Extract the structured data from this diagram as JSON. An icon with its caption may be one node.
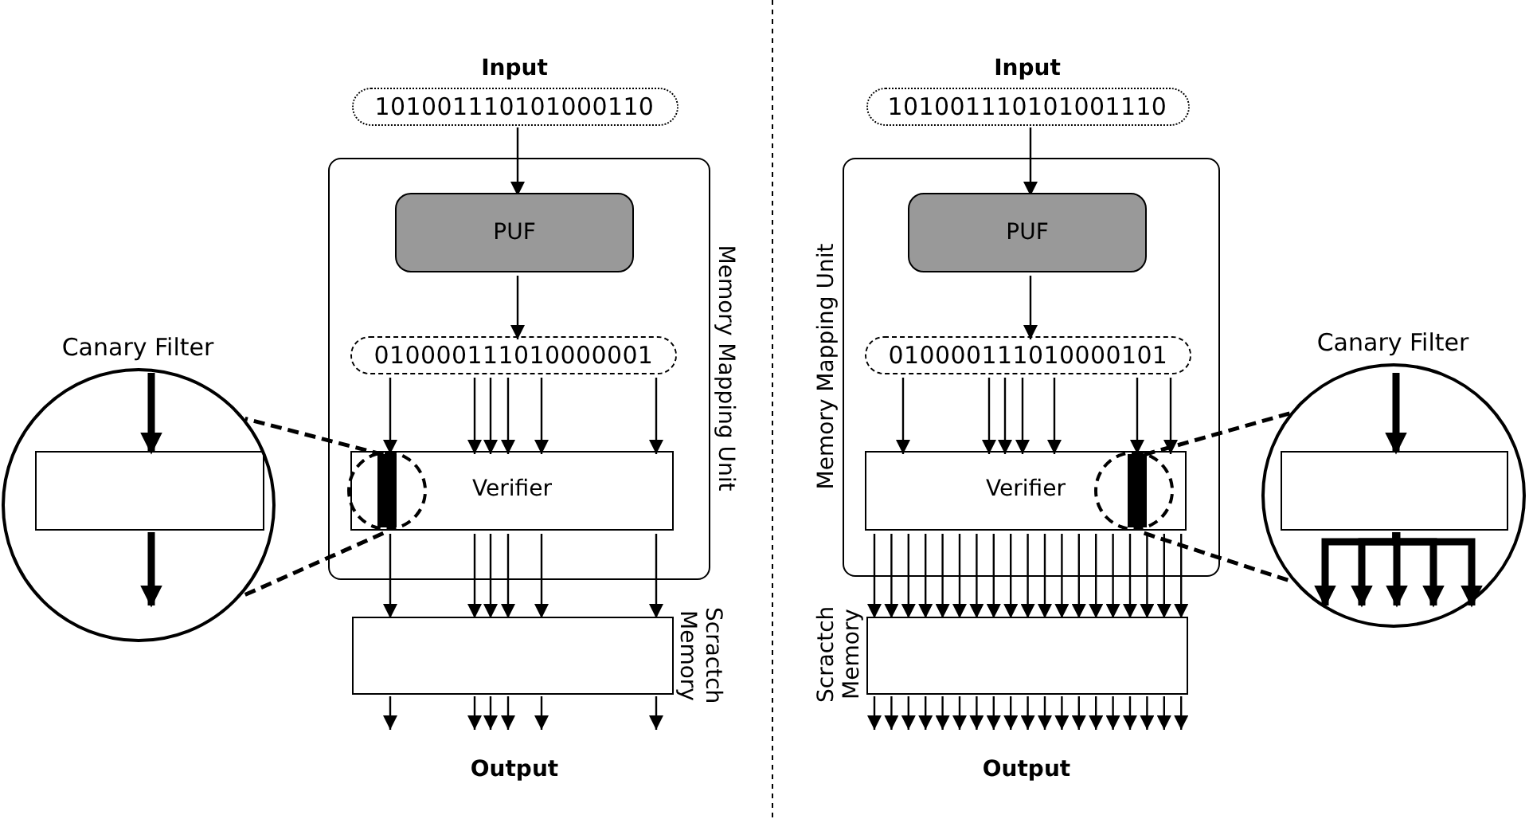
{
  "diagram": {
    "nodes": [
      {
        "text": [
          "Input",
          "101001110101000110"
        ]
      },
      {
        "text": [
          "Memory Mapping Unit"
        ]
      },
      {
        "text": [
          "PUF"
        ],
        "in": 1
      },
      {
        "text": [
          "010000111010000001"
        ],
        "in": 1
      },
      {
        "text": [
          "Verifier"
        ],
        "in": 1
      },
      {
        "text": [],
        "shape": "circle",
        "in": 4
      },
      {
        "text": [
          "Scractch Memory"
        ]
      },
      {
        "text": [
          "Output"
        ]
      },
      {
        "text": [
          "Canary Filter"
        ]
      },
      {
        "text": [],
        "shape": "box",
        "in": 8
      },
      {
        "text": [
          "Input",
          "101001110101001110"
        ]
      },
      {
        "text": [
          "Memory Mapping Unit"
        ]
      },
      {
        "text": [
          "PUF"
        ],
        "in": 11
      },
      {
        "text": [
          "010000111010000101"
        ],
        "in": 11
      },
      {
        "text": [
          "Verifier"
        ],
        "in": 11
      },
      {
        "text": [],
        "shape": "circle",
        "in": 14
      },
      {
        "text": [
          "Scractch Memory"
        ]
      },
      {
        "text": [
          "Output"
        ]
      },
      {
        "text": [
          "Canary Filter"
        ]
      },
      {
        "text": [],
        "shape": "box",
        "in": 18
      }
    ],
    "edges": [
      {
        "from": 0,
        "to": 2,
        "arrow": "to"
      },
      {
        "from": 2,
        "to": 3,
        "arrow": "to"
      },
      {
        "from": 3,
        "to": 4,
        "arrow": "to"
      },
      {
        "from": 3,
        "to": 4,
        "arrow": "to"
      },
      {
        "from": 3,
        "to": 4,
        "arrow": "to"
      },
      {
        "from": 3,
        "to": 4,
        "arrow": "to"
      },
      {
        "from": 3,
        "to": 4,
        "arrow": "to"
      },
      {
        "from": 3,
        "to": 4,
        "arrow": "to"
      },
      {
        "from": 4,
        "to": 6,
        "arrow": "to"
      },
      {
        "from": 4,
        "to": 6,
        "arrow": "to"
      },
      {
        "from": 4,
        "to": 6,
        "arrow": "to"
      },
      {
        "from": 4,
        "to": 6,
        "arrow": "to"
      },
      {
        "from": 4,
        "to": 6,
        "arrow": "to"
      },
      {
        "from": 4,
        "to": 6,
        "arrow": "to"
      },
      {
        "from": 6,
        "to": null,
        "arrow": "to"
      },
      {
        "from": 6,
        "to": 7,
        "arrow": "to"
      },
      {
        "from": 6,
        "to": 7,
        "arrow": "to"
      },
      {
        "from": 6,
        "to": 7,
        "arrow": "to"
      },
      {
        "from": 6,
        "to": 7,
        "arrow": "to"
      },
      {
        "from": 6,
        "to": null,
        "arrow": "to"
      },
      {
        "from": 5,
        "to": 8,
        "arrow": "none",
        "style": "dashed"
      },
      {
        "from": 5,
        "to": 8,
        "arrow": "none",
        "style": "dashed"
      },
      {
        "from": null,
        "to": 9,
        "arrow": "to",
        "style": "thick"
      },
      {
        "from": 9,
        "to": null,
        "arrow": "to",
        "style": "thick"
      },
      {
        "from": 10,
        "to": 12,
        "arrow": "to"
      },
      {
        "from": 12,
        "to": 13,
        "arrow": "to"
      },
      {
        "from": 13,
        "to": 14,
        "arrow": "to"
      },
      {
        "from": 13,
        "to": 14,
        "arrow": "to"
      },
      {
        "from": 13,
        "to": 14,
        "arrow": "to"
      },
      {
        "from": 13,
        "to": 14,
        "arrow": "to"
      },
      {
        "from": 13,
        "to": 14,
        "arrow": "to"
      },
      {
        "from": 13,
        "to": 14,
        "arrow": "to"
      },
      {
        "from": 13,
        "to": 14,
        "arrow": "to"
      },
      {
        "from": 14,
        "to": 16,
        "arrow": "to"
      },
      {
        "from": 14,
        "to": 16,
        "arrow": "to"
      },
      {
        "from": 14,
        "to": 16,
        "arrow": "to"
      },
      {
        "from": 14,
        "to": 16,
        "arrow": "to"
      },
      {
        "from": 14,
        "to": 16,
        "arrow": "to"
      },
      {
        "from": 14,
        "to": 16,
        "arrow": "to"
      },
      {
        "from": 14,
        "to": 16,
        "arrow": "to"
      },
      {
        "from": 14,
        "to": 16,
        "arrow": "to"
      },
      {
        "from": 14,
        "to": 16,
        "arrow": "to"
      },
      {
        "from": 14,
        "to": 16,
        "arrow": "to"
      },
      {
        "from": 14,
        "to": 16,
        "arrow": "to"
      },
      {
        "from": 14,
        "to": 16,
        "arrow": "to"
      },
      {
        "from": 14,
        "to": 16,
        "arrow": "to"
      },
      {
        "from": 14,
        "to": 16,
        "arrow": "to"
      },
      {
        "from": 14,
        "to": 16,
        "arrow": "to"
      },
      {
        "from": 14,
        "to": 16,
        "arrow": "to"
      },
      {
        "from": 14,
        "to": 16,
        "arrow": "to"
      },
      {
        "from": 14,
        "to": 16,
        "arrow": "to"
      },
      {
        "from": 14,
        "to": 16,
        "arrow": "to"
      },
      {
        "from": 16,
        "to": null,
        "arrow": "to"
      },
      {
        "from": 16,
        "to": null,
        "arrow": "to"
      },
      {
        "from": 16,
        "to": null,
        "arrow": "to"
      },
      {
        "from": 16,
        "to": null,
        "arrow": "to"
      },
      {
        "from": 16,
        "to": 17,
        "arrow": "to"
      },
      {
        "from": 16,
        "to": 17,
        "arrow": "to"
      },
      {
        "from": 16,
        "to": 17,
        "arrow": "to"
      },
      {
        "from": 16,
        "to": 17,
        "arrow": "to"
      },
      {
        "from": 16,
        "to": 17,
        "arrow": "to"
      },
      {
        "from": 16,
        "to": 17,
        "arrow": "to"
      },
      {
        "from": 16,
        "to": 17,
        "arrow": "to"
      },
      {
        "from": 16,
        "to": 17,
        "arrow": "to"
      },
      {
        "from": 16,
        "to": 17,
        "arrow": "to"
      },
      {
        "from": 16,
        "to": 17,
        "arrow": "to"
      },
      {
        "from": 16,
        "to": 17,
        "arrow": "to"
      },
      {
        "from": 16,
        "to": null,
        "arrow": "to"
      },
      {
        "from": 16,
        "to": null,
        "arrow": "to"
      },
      {
        "from": 16,
        "to": null,
        "arrow": "to"
      },
      {
        "from": 16,
        "to": null,
        "arrow": "to"
      },
      {
        "from": 15,
        "to": 18,
        "arrow": "none",
        "style": "dashed"
      },
      {
        "from": 15,
        "to": 18,
        "arrow": "none",
        "style": "dashed"
      },
      {
        "from": null,
        "to": 19,
        "arrow": "to",
        "style": "thick"
      },
      {
        "from": 19,
        "to": null,
        "arrow": "to",
        "style": "thick"
      },
      {
        "from": 19,
        "to": null,
        "arrow": "to",
        "style": "thick"
      },
      {
        "from": 19,
        "to": null,
        "arrow": "to",
        "style": "thick"
      },
      {
        "from": 19,
        "to": null,
        "arrow": "to",
        "style": "thick"
      },
      {
        "from": 19,
        "to": null,
        "arrow": "to",
        "style": "thick"
      }
    ]
  }
}
